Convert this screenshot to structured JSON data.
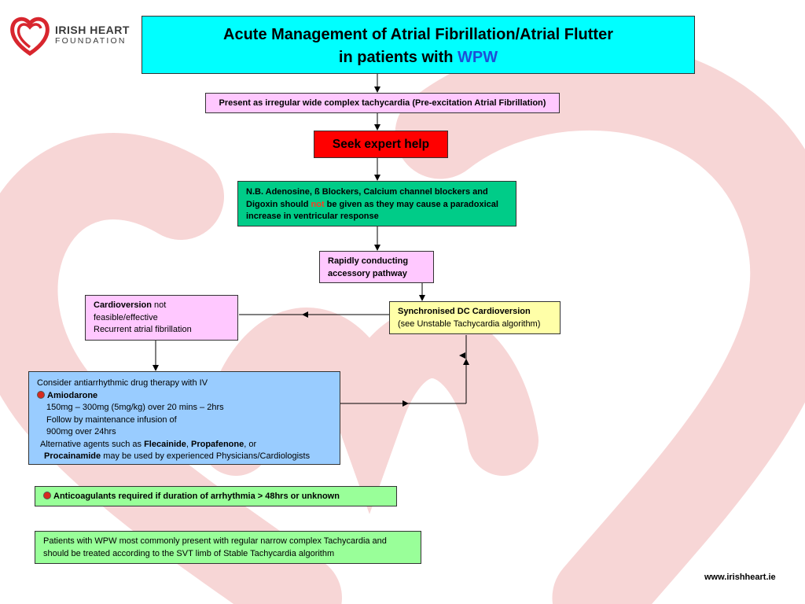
{
  "logo": {
    "line1": "IRISH HEART",
    "line2": "FOUNDATION"
  },
  "title": {
    "line1": "Acute Management of Atrial Fibrillation/Atrial Flutter",
    "line2_prefix": "in patients with ",
    "line2_highlight": "WPW"
  },
  "present": "Present as irregular wide complex tachycardia (Pre-excitation Atrial Fibrillation)",
  "seek": "Seek expert help",
  "nb": {
    "before": "N.B. Adenosine, ß Blockers, Calcium channel blockers and Digoxin should ",
    "not": "not",
    "after": " be given as they may cause a paradoxical increase in ventricular response"
  },
  "rapid": {
    "line1": "Rapidly conducting",
    "line2": "accessory pathway"
  },
  "sync": {
    "line1": "Synchronised DC Cardioversion",
    "line2": "(see Unstable Tachycardia algorithm)"
  },
  "cardio": {
    "bold": "Cardioversion",
    "rest": " not",
    "line2": "feasible/effective",
    "line3": "Recurrent atrial fibrillation"
  },
  "anti": {
    "line1": "Consider antiarrhythmic drug therapy with IV",
    "drug": "Amiodarone",
    "dose1": "150mg – 300mg (5mg/kg) over 20 mins – 2hrs",
    "dose2": "Follow by maintenance infusion of",
    "dose3": "900mg over 24hrs",
    "alt_prefix": "Alternative agents such as ",
    "alt1": "Flecainide",
    "sep1": ", ",
    "alt2": "Propafenone",
    "sep2": ", or",
    "alt3": "Procainamide",
    "alt_suffix": " may be used by experienced Physicians/Cardiologists"
  },
  "anticoag": "Anticoagulants required if duration of arrhythmia > 48hrs or  unknown",
  "patients": {
    "line1": "Patients with WPW most commonly present with regular narrow complex Tachycardia and",
    "line2": "should be treated according to the SVT limb of Stable Tachycardia algorithm"
  },
  "website": "www.irishheart.ie",
  "colors": {
    "title_bg": "#00ffff",
    "pink": "#ffc8ff",
    "red": "#ff0000",
    "teal": "#00cc88",
    "yellow": "#ffffa8",
    "blue": "#99ccff",
    "green": "#99ff99",
    "heart_watermark": "#f6d2d2"
  }
}
